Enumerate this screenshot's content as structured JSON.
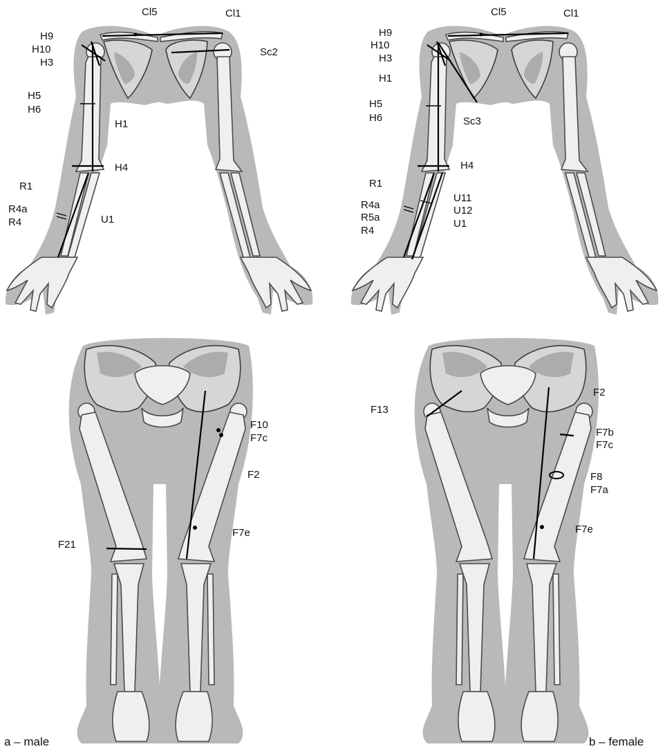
{
  "figure": {
    "captions": {
      "male": "a – male",
      "female": "b – female"
    },
    "panels": {
      "male_arms": {
        "labels": [
          "Cl5",
          "Cl1",
          "H9",
          "H10",
          "H3",
          "Sc2",
          "H5",
          "H6",
          "H1",
          "H4",
          "R1",
          "R4a",
          "R4",
          "U1"
        ]
      },
      "female_arms": {
        "labels": [
          "Cl5",
          "Cl1",
          "H9",
          "H10",
          "H3",
          "H1",
          "H5",
          "H6",
          "Sc3",
          "H4",
          "R1",
          "U11",
          "R4a",
          "U12",
          "R5a",
          "U1",
          "R4"
        ]
      },
      "male_legs": {
        "labels": [
          "F10",
          "F7c",
          "F2",
          "F7e",
          "F21"
        ]
      },
      "female_legs": {
        "labels": [
          "F2",
          "F13",
          "F7b",
          "F7c",
          "F8",
          "F7a",
          "F7e"
        ]
      }
    },
    "colors": {
      "silhouette": "#b9b9b9",
      "bone": "#efefef",
      "measurement": "#000000"
    }
  }
}
